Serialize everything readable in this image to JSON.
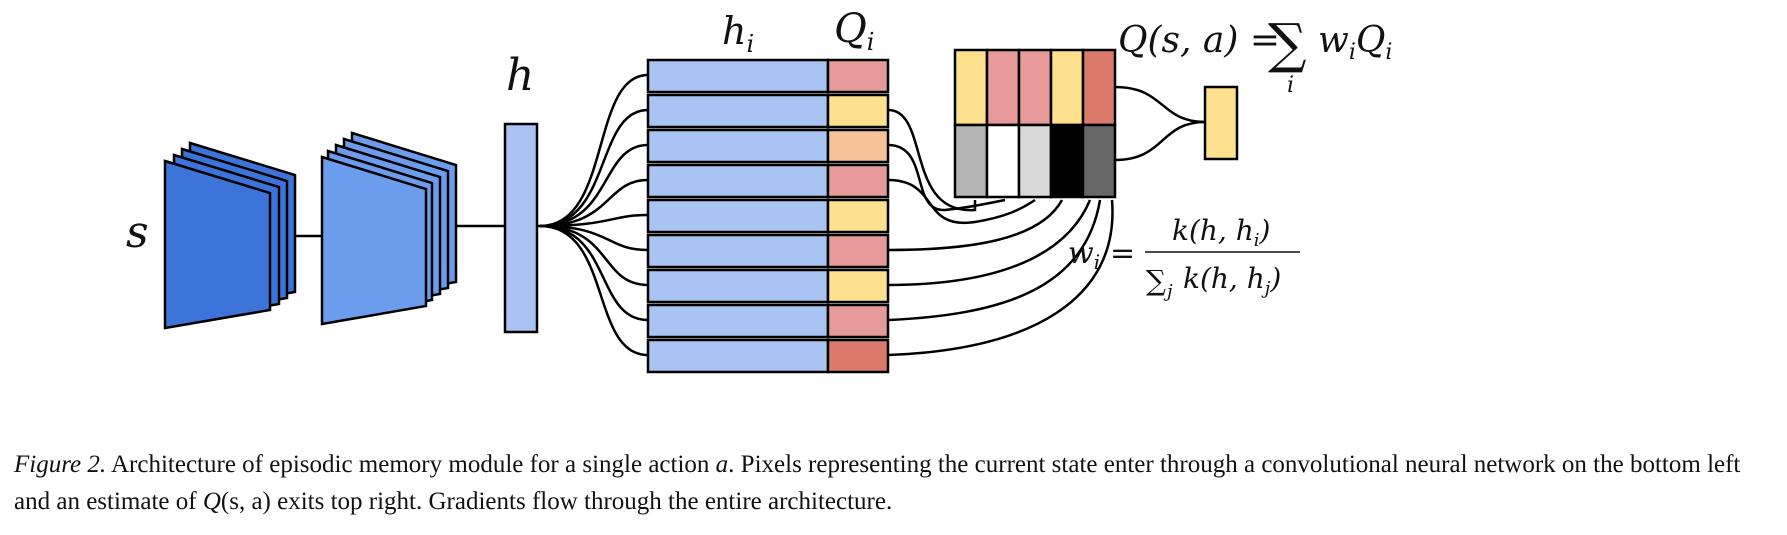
{
  "diagram": {
    "labels": {
      "s": "s",
      "h": "h",
      "hi": "h",
      "hi_sub": "i",
      "Qi": "Q",
      "Qi_sub": "i",
      "q_eq_lhs": "Q(s, a) =",
      "q_eq_sum": "∑",
      "q_eq_sum_index": "i",
      "q_eq_w": "w",
      "q_eq_w_sub": "i",
      "q_eq_Q": "Q",
      "q_eq_Q_sub": "i",
      "w_lhs": "w",
      "w_lhs_sub": "i",
      "w_eq_sign": "=",
      "w_num": "k(h, h",
      "w_num_sub": "i",
      "w_num_end": ")",
      "w_den_sum": "∑",
      "w_den_index": "j",
      "w_den": "k(h, h",
      "w_den_sub": "j",
      "w_den_end": ")"
    },
    "q_cell_colors": [
      "#e79a9a",
      "#fde18e",
      "#f6c29a",
      "#e79a9a",
      "#fde18e",
      "#e79a9a",
      "#fde18e",
      "#e79a9a",
      "#d97a6a"
    ],
    "weight_top_colors": [
      "#fde18e",
      "#e79a9a",
      "#e79a9a",
      "#fde18e",
      "#d97a6a"
    ],
    "weight_bottom_colors": [
      "#b4b4b4",
      "#ffffff",
      "#d9d9d9",
      "#000000",
      "#676767"
    ],
    "output_color": "#fde18e",
    "memory_key_color": "#a9c4f2",
    "conv1_color": "#3d74d9",
    "conv2_color": "#6c9ded",
    "h_color": "#a9c4f2"
  },
  "caption": {
    "figure_label": "Figure 2.",
    "part1": " Architecture of episodic memory module for a single action ",
    "var_a": "a",
    "part2": ". Pixels representing the current state enter through a convolutional neural network on the bottom left and an estimate of ",
    "expr_Q": "Q",
    "expr_args": "(s, a)",
    "part3": " exits top right. Gradients flow through the entire architecture."
  }
}
